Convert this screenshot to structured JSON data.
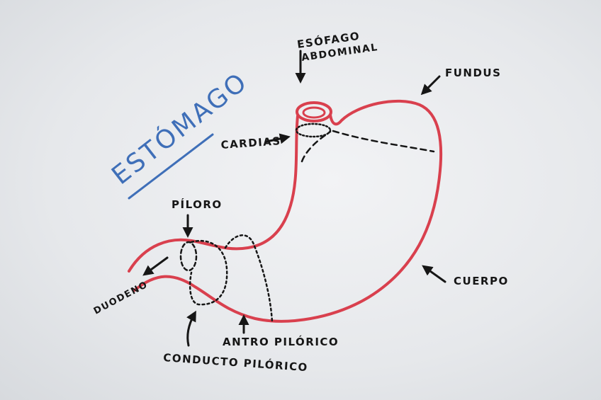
{
  "title": "ESTÓMAGO",
  "labels": {
    "esofago_line1": "ESÓFAGO",
    "esofago_line2": "ABDOMINAL",
    "fundus": "FUNDUS",
    "cardias": "CARDIAS",
    "piloro": "PÍLORO",
    "cuerpo": "CUERPO",
    "duodeno": "DUODENO",
    "antro": "ANTRO PILÓRICO",
    "conducto": "CONDUCTO PILÓRICO"
  },
  "colors": {
    "stomach_outline": "#d9404e",
    "ink": "#161616",
    "title": "#3f6fb8",
    "board": "#e9ebee"
  }
}
